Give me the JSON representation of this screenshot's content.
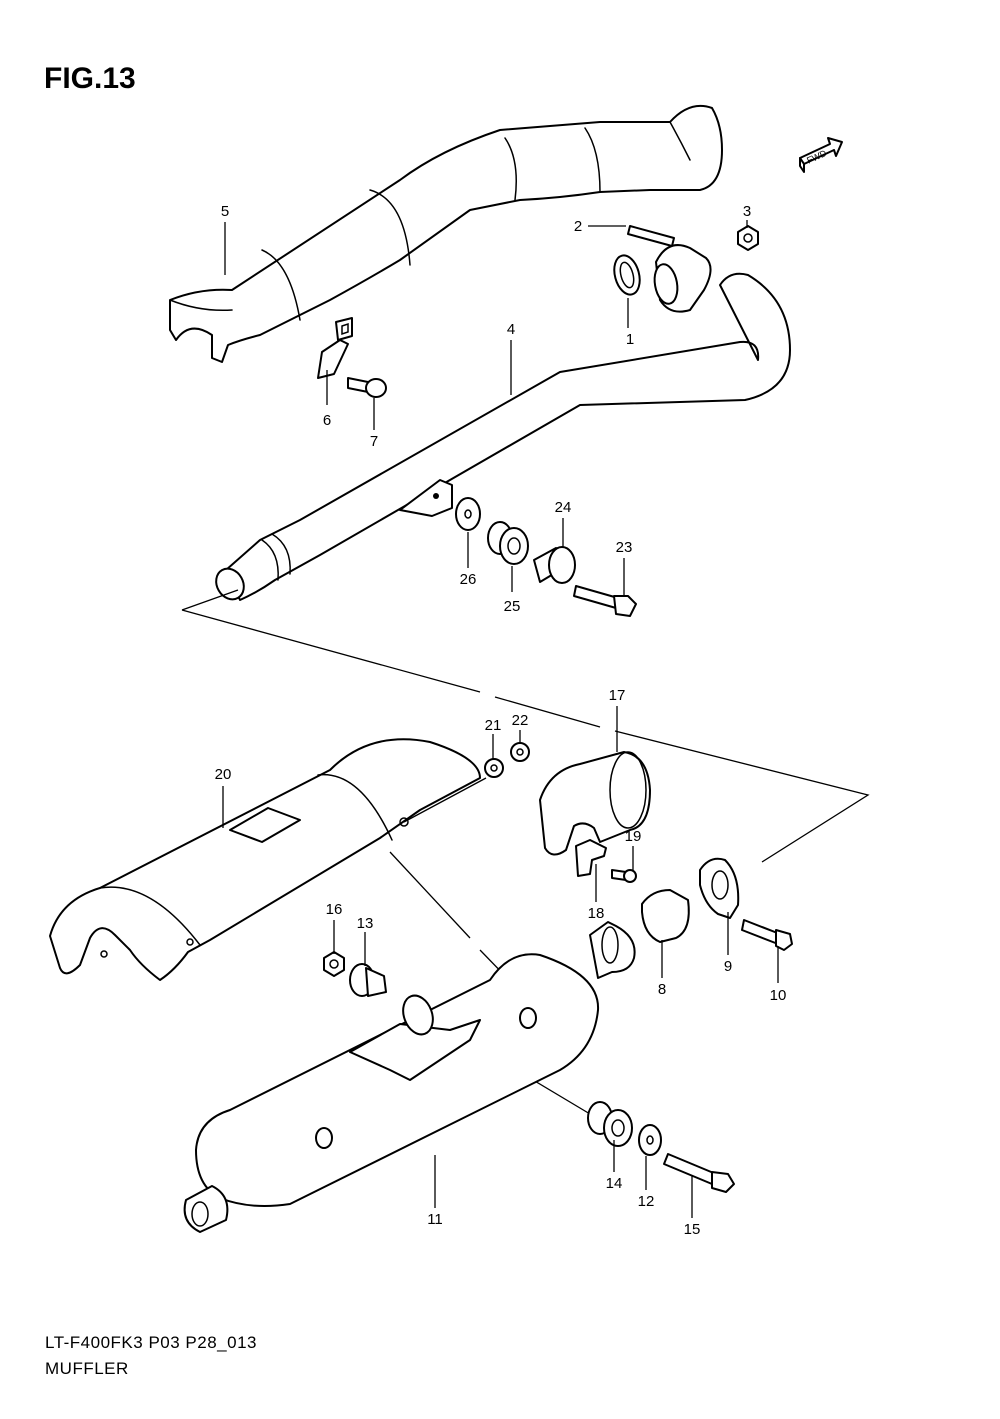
{
  "figure_title": "FIG.13",
  "footer": {
    "code": "LT-F400FK3 P03 P28_013",
    "name": "MUFFLER"
  },
  "fwd_label": "FWD",
  "callouts": [
    {
      "id": "c1",
      "num": "1"
    },
    {
      "id": "c2",
      "num": "2"
    },
    {
      "id": "c3",
      "num": "3"
    },
    {
      "id": "c4",
      "num": "4"
    },
    {
      "id": "c5",
      "num": "5"
    },
    {
      "id": "c6",
      "num": "6"
    },
    {
      "id": "c7",
      "num": "7"
    },
    {
      "id": "c8",
      "num": "8"
    },
    {
      "id": "c9",
      "num": "9"
    },
    {
      "id": "c10",
      "num": "10"
    },
    {
      "id": "c11",
      "num": "11"
    },
    {
      "id": "c12",
      "num": "12"
    },
    {
      "id": "c13",
      "num": "13"
    },
    {
      "id": "c14",
      "num": "14"
    },
    {
      "id": "c15",
      "num": "15"
    },
    {
      "id": "c16",
      "num": "16"
    },
    {
      "id": "c17",
      "num": "17"
    },
    {
      "id": "c18",
      "num": "18"
    },
    {
      "id": "c19",
      "num": "19"
    },
    {
      "id": "c20",
      "num": "20"
    },
    {
      "id": "c21",
      "num": "21"
    },
    {
      "id": "c22",
      "num": "22"
    },
    {
      "id": "c23",
      "num": "23"
    },
    {
      "id": "c24",
      "num": "24"
    },
    {
      "id": "c25",
      "num": "25"
    },
    {
      "id": "c26",
      "num": "26"
    }
  ]
}
